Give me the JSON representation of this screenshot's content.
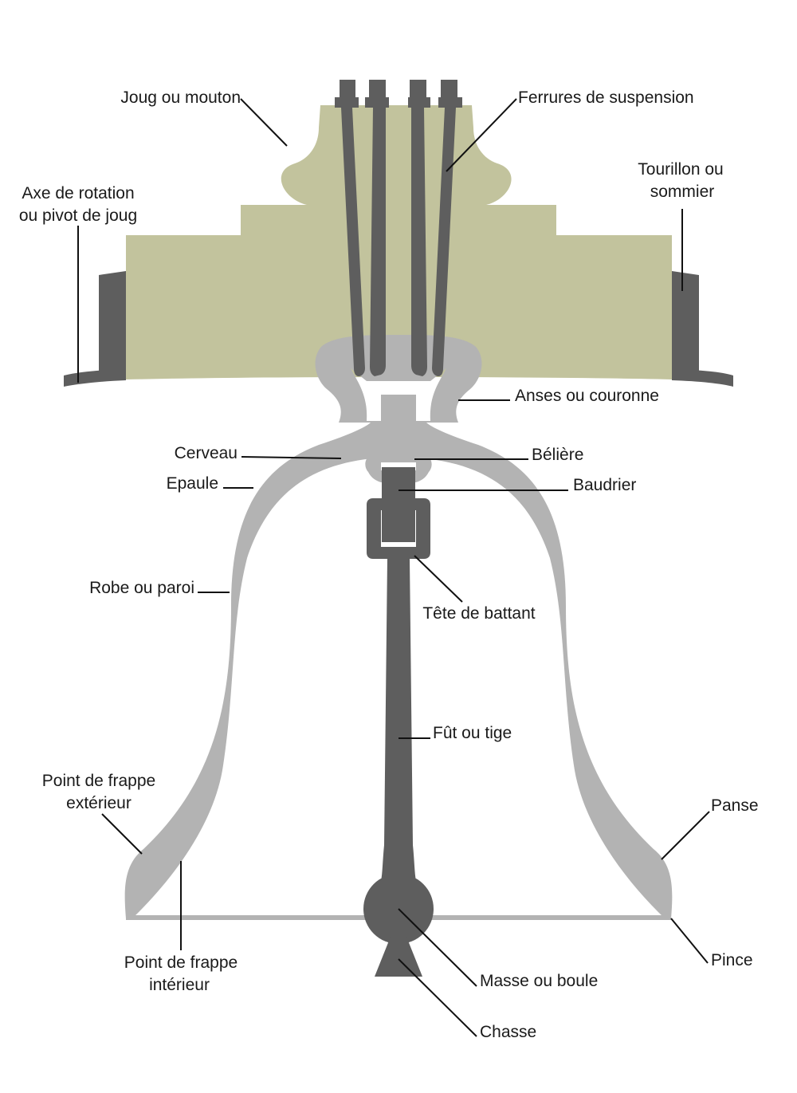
{
  "colors": {
    "yoke": "#c2c39d",
    "bell": "#b3b3b3",
    "iron": "#5e5e5e",
    "line": "#111111",
    "text": "#1a1a1a"
  },
  "labels": {
    "joug": "Joug ou mouton",
    "ferrures": "Ferrures de suspension",
    "axe_1": "Axe de rotation",
    "axe_2": "ou pivot de joug",
    "tourillon_1": "Tourillon ou",
    "tourillon_2": "sommier",
    "anses": "Anses ou couronne",
    "cerveau": "Cerveau",
    "beliere": "Bélière",
    "epaule": "Epaule",
    "baudrier": "Baudrier",
    "robe": "Robe ou paroi",
    "tete": "Tête de battant",
    "fut": "Fût ou tige",
    "frappe_ext_1": "Point de frappe",
    "frappe_ext_2": "extérieur",
    "panse": "Panse",
    "pince": "Pince",
    "frappe_int_1": "Point de frappe",
    "frappe_int_2": "intérieur",
    "masse": "Masse ou boule",
    "chasse": "Chasse"
  }
}
